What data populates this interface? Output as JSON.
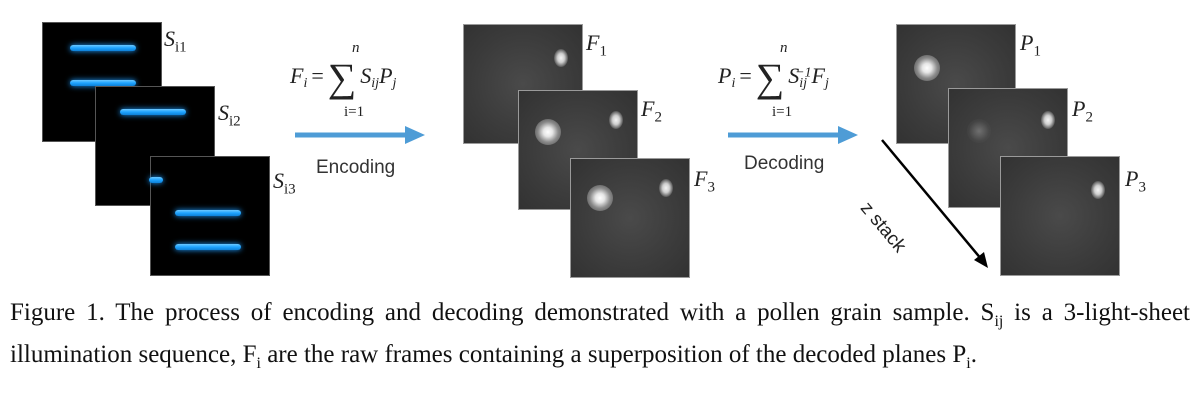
{
  "illumination": {
    "labels": [
      {
        "base": "S",
        "sub": "i1"
      },
      {
        "base": "S",
        "sub": "i2"
      },
      {
        "base": "S",
        "sub": "i3"
      }
    ],
    "stripe_color": "#1ea3ff"
  },
  "encoding": {
    "lhs": "F",
    "lhs_sub": "i",
    "equals": "=",
    "upper": "n",
    "lower": "i=1",
    "term_a": "S",
    "term_a_sub": "ij",
    "term_b": "P",
    "term_b_sub": "j",
    "arrow_label": "Encoding",
    "arrow_color": "#4e9cd6"
  },
  "raw_frames": {
    "labels": [
      {
        "base": "F",
        "sub": "1"
      },
      {
        "base": "F",
        "sub": "2"
      },
      {
        "base": "F",
        "sub": "3"
      }
    ]
  },
  "decoding": {
    "lhs": "P",
    "lhs_sub": "i",
    "equals": "=",
    "upper": "n",
    "lower": "i=1",
    "term_a": "S",
    "term_a_sub": "ij",
    "term_a_sup": "−1",
    "term_b": "F",
    "term_b_sub": "j",
    "arrow_label": "Decoding"
  },
  "decoded_planes": {
    "labels": [
      {
        "base": "P",
        "sub": "1"
      },
      {
        "base": "P",
        "sub": "2"
      },
      {
        "base": "P",
        "sub": "3"
      }
    ],
    "zstack_label": "z stack"
  },
  "caption": {
    "t1": "Figure 1. The process of encoding and decoding demonstrated with a pollen grain sample. S",
    "s1": "ij",
    "t2": " is a 3-light-sheet illumination sequence, F",
    "s2": "i",
    "t3": " are the raw frames containing a superposition of the decoded planes P",
    "s3": "i",
    "t4": "."
  }
}
